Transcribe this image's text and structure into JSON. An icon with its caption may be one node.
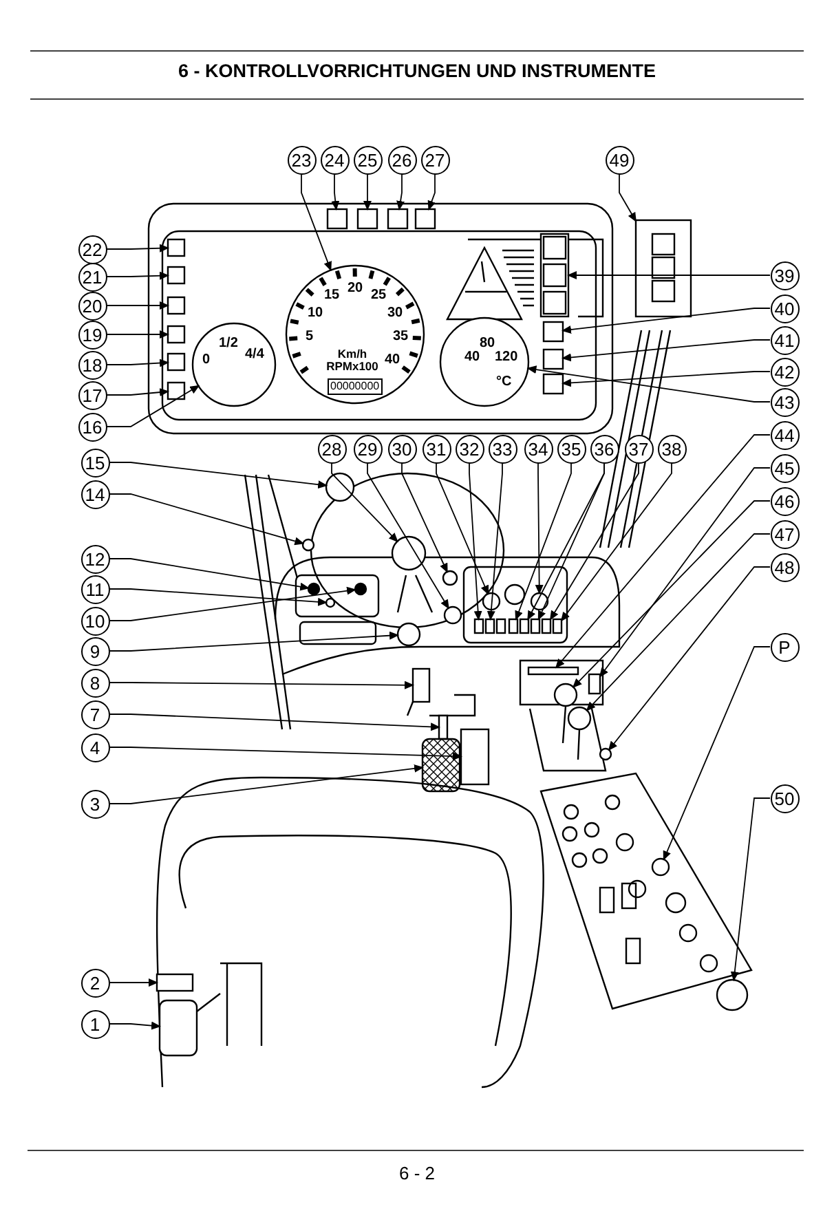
{
  "diagram": {
    "title": "6 - KONTROLLVORRICHTUNGEN UND INSTRUMENTE",
    "nodes": [
      {
        "text": [
          "23"
        ]
      },
      {
        "text": [
          "24"
        ]
      },
      {
        "text": [
          "25"
        ]
      },
      {
        "text": [
          "26"
        ]
      },
      {
        "text": [
          "27"
        ]
      },
      {
        "text": [
          "49"
        ]
      },
      {
        "text": [
          "22"
        ]
      },
      {
        "text": [
          "21"
        ]
      },
      {
        "text": [
          "20"
        ]
      },
      {
        "text": [
          "39"
        ]
      },
      {
        "text": [
          "19"
        ]
      },
      {
        "text": [
          "40"
        ]
      },
      {
        "text": [
          "18"
        ]
      },
      {
        "text": [
          "41"
        ]
      },
      {
        "text": [
          "17"
        ]
      },
      {
        "text": [
          "42"
        ]
      },
      {
        "text": [
          "16"
        ]
      },
      {
        "text": [
          "43"
        ]
      },
      {
        "text": [
          "15"
        ]
      },
      {
        "text": [
          "28"
        ]
      },
      {
        "text": [
          "29"
        ]
      },
      {
        "text": [
          "30"
        ]
      },
      {
        "text": [
          "31"
        ]
      },
      {
        "text": [
          "32"
        ]
      },
      {
        "text": [
          "33"
        ]
      },
      {
        "text": [
          "34"
        ]
      },
      {
        "text": [
          "35"
        ]
      },
      {
        "text": [
          "36"
        ]
      },
      {
        "text": [
          "37"
        ]
      },
      {
        "text": [
          "38"
        ]
      },
      {
        "text": [
          "44"
        ]
      },
      {
        "text": [
          "14"
        ]
      },
      {
        "text": [
          "45"
        ]
      },
      {
        "text": [
          "46"
        ]
      },
      {
        "text": [
          "12"
        ]
      },
      {
        "text": [
          "47"
        ]
      },
      {
        "text": [
          "11"
        ]
      },
      {
        "text": [
          "48"
        ]
      },
      {
        "text": [
          "10"
        ]
      },
      {
        "text": [
          "9"
        ]
      },
      {
        "text": [
          "8"
        ]
      },
      {
        "text": [
          "P"
        ]
      },
      {
        "text": [
          "7"
        ]
      },
      {
        "text": [
          "4"
        ]
      },
      {
        "text": [
          "50"
        ]
      },
      {
        "text": [
          "3"
        ]
      },
      {
        "text": [
          "2"
        ]
      },
      {
        "text": [
          "1"
        ]
      },
      {
        "text": [],
        "shape": "circle"
      },
      {
        "text": [],
        "shape": "box"
      },
      {
        "text": [],
        "shape": "box"
      },
      {
        "text": [],
        "shape": "box"
      },
      {
        "text": [],
        "shape": "box"
      },
      {
        "text": [],
        "shape": "box"
      },
      {
        "text": [],
        "shape": "box"
      },
      {
        "text": [],
        "shape": "box"
      },
      {
        "text": [],
        "shape": "box"
      },
      {
        "text": [],
        "shape": "box"
      },
      {
        "text": [],
        "shape": "box"
      },
      {
        "text": [],
        "shape": "box"
      },
      {
        "text": [],
        "shape": "box"
      },
      {
        "text": [],
        "shape": "box"
      },
      {
        "text": [],
        "shape": "box"
      },
      {
        "text": [],
        "shape": "box"
      },
      {
        "text": [],
        "shape": "circle"
      },
      {
        "text": [],
        "shape": "circle"
      },
      {
        "text": [],
        "shape": "circle"
      },
      {
        "text": [],
        "shape": "circle"
      },
      {
        "text": [],
        "shape": "circle"
      },
      {
        "text": [],
        "shape": "circle"
      },
      {
        "text": [],
        "shape": "circle"
      },
      {
        "text": [],
        "shape": "box"
      },
      {
        "text": [],
        "shape": "box"
      },
      {
        "text": [],
        "shape": "circle"
      },
      {
        "text": [],
        "shape": "box"
      },
      {
        "text": [],
        "shape": "box"
      },
      {
        "text": [],
        "shape": "box"
      },
      {
        "text": [],
        "shape": "box"
      },
      {
        "text": [],
        "shape": "box"
      },
      {
        "text": [],
        "shape": "box"
      },
      {
        "text": [],
        "shape": "circle"
      },
      {
        "text": [],
        "shape": "box"
      },
      {
        "text": [],
        "shape": "circle"
      },
      {
        "text": [],
        "shape": "circle"
      },
      {
        "text": [],
        "shape": "circle"
      },
      {
        "text": [],
        "shape": "circle"
      },
      {
        "text": [],
        "shape": "circle"
      },
      {
        "text": [],
        "shape": "circle"
      },
      {
        "text": [],
        "shape": "circle"
      },
      {
        "text": [],
        "shape": "box"
      },
      {
        "text": [],
        "shape": "circle"
      },
      {
        "text": [],
        "shape": "box"
      },
      {
        "text": [],
        "shape": "box"
      },
      {
        "text": [],
        "shape": "circle"
      },
      {
        "text": [],
        "shape": "box"
      },
      {
        "text": [],
        "shape": "box"
      },
      {
        "text": [],
        "shape": "box"
      }
    ],
    "edges": [
      {
        "from": 0,
        "to": 48,
        "arrow": "to"
      },
      {
        "from": 1,
        "to": 49,
        "arrow": "to"
      },
      {
        "from": 2,
        "to": 50,
        "arrow": "to"
      },
      {
        "from": 3,
        "to": 51,
        "arrow": "to"
      },
      {
        "from": 4,
        "to": 52,
        "arrow": "to"
      },
      {
        "from": 5,
        "to": 53,
        "arrow": "to"
      },
      {
        "from": 6,
        "to": 54,
        "arrow": "to"
      },
      {
        "from": 7,
        "to": 55,
        "arrow": "to"
      },
      {
        "from": 8,
        "to": 56,
        "arrow": "to"
      },
      {
        "from": 9,
        "to": 57,
        "arrow": "to"
      },
      {
        "from": 10,
        "to": 58,
        "arrow": "to"
      },
      {
        "from": 11,
        "to": 59,
        "arrow": "to"
      },
      {
        "from": 12,
        "to": 60,
        "arrow": "to"
      },
      {
        "from": 13,
        "to": 61,
        "arrow": "to"
      },
      {
        "from": 14,
        "to": 62,
        "arrow": "to"
      },
      {
        "from": 15,
        "to": 63,
        "arrow": "to"
      },
      {
        "from": 16,
        "to": 64,
        "arrow": "to"
      },
      {
        "from": 17,
        "to": 65,
        "arrow": "to"
      },
      {
        "from": 18,
        "to": 66,
        "arrow": "to"
      },
      {
        "from": 19,
        "to": 67,
        "arrow": "to"
      },
      {
        "from": 20,
        "to": 68,
        "arrow": "to"
      },
      {
        "from": 21,
        "to": 69,
        "arrow": "to"
      },
      {
        "from": 22,
        "to": 70,
        "arrow": "to"
      },
      {
        "from": 23,
        "to": 71,
        "arrow": "to"
      },
      {
        "from": 24,
        "to": 72,
        "arrow": "to"
      },
      {
        "from": 25,
        "to": 73,
        "arrow": "to"
      },
      {
        "from": 26,
        "to": 74,
        "arrow": "to"
      },
      {
        "from": 27,
        "to": 75,
        "arrow": "to"
      },
      {
        "from": 27,
        "to": 76,
        "arrow": "to"
      },
      {
        "from": 28,
        "to": 77,
        "arrow": "to"
      },
      {
        "from": 29,
        "to": 78,
        "arrow": "to"
      },
      {
        "from": 30,
        "to": 79,
        "arrow": "to"
      },
      {
        "from": 31,
        "to": 80,
        "arrow": "to"
      },
      {
        "from": 32,
        "to": 81,
        "arrow": "to"
      },
      {
        "from": 33,
        "to": 82,
        "arrow": "to"
      },
      {
        "from": 34,
        "to": 83,
        "arrow": "to"
      },
      {
        "from": 35,
        "to": 84,
        "arrow": "to"
      },
      {
        "from": 36,
        "to": 85,
        "arrow": "to"
      },
      {
        "from": 37,
        "to": 86,
        "arrow": "to"
      },
      {
        "from": 38,
        "to": 87,
        "arrow": "to"
      },
      {
        "from": 39,
        "to": 88,
        "arrow": "to"
      },
      {
        "from": 40,
        "to": 89,
        "arrow": "to"
      },
      {
        "from": 41,
        "to": 90,
        "arrow": "to"
      },
      {
        "from": 42,
        "to": 91,
        "arrow": "to"
      },
      {
        "from": 43,
        "to": 92,
        "arrow": "to"
      },
      {
        "from": 44,
        "to": 93,
        "arrow": "to"
      },
      {
        "from": 45,
        "to": 94,
        "arrow": "to"
      },
      {
        "from": 46,
        "to": 95,
        "arrow": "to"
      },
      {
        "from": 47,
        "to": 96,
        "arrow": "to"
      }
    ],
    "labels": [
      "15",
      "20",
      "25",
      "10",
      "30",
      "5",
      "35",
      "40",
      "Km/h RPMx100",
      "00000000",
      "1/2",
      "4/4",
      "0",
      "80",
      "40",
      "120",
      "°C",
      "6 - 2"
    ]
  }
}
